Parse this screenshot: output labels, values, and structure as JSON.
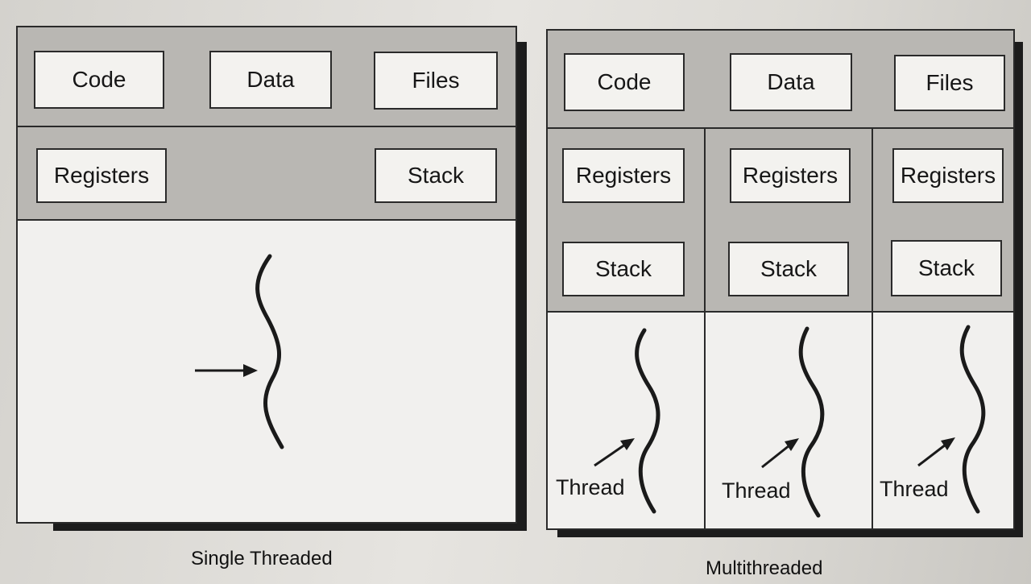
{
  "single": {
    "shared": {
      "code": "Code",
      "data": "Data",
      "files": "Files"
    },
    "registers": "Registers",
    "stack": "Stack",
    "caption": "Single Threaded"
  },
  "multi": {
    "shared": {
      "code": "Code",
      "data": "Data",
      "files": "Files"
    },
    "threads": [
      {
        "registers": "Registers",
        "stack": "Stack",
        "label": "Thread"
      },
      {
        "registers": "Registers",
        "stack": "Stack",
        "label": "Thread"
      },
      {
        "registers": "Registers",
        "stack": "Stack",
        "label": "Thread"
      }
    ],
    "caption": "Multithreaded"
  }
}
